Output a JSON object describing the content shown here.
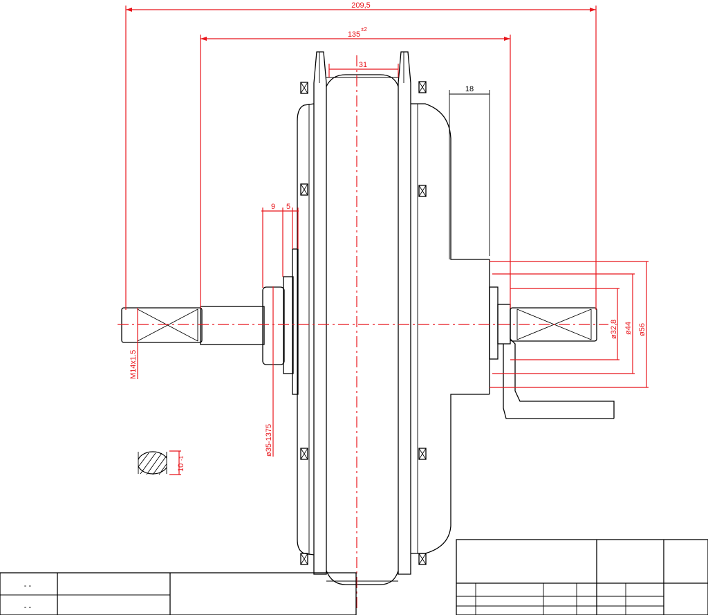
{
  "drawing": {
    "dimensions": {
      "overall_length": "209,5",
      "flange_width": "135",
      "flange_width_tol": "±2",
      "rim_width": "31",
      "cable_offset": "18",
      "dim_9": "9",
      "dim_5": "5",
      "thread": "M14x1.5",
      "bearing_range": "ø35-1375",
      "dia_32_8": "ø32,8",
      "dia_44": "ø44",
      "dia_56": "ø56",
      "flat_width": "10",
      "flat_sub": "-1"
    },
    "title_block": {
      "left_marks": [
        "- -",
        "- -"
      ]
    },
    "colors": {
      "dimension": "#e8151b",
      "outline": "#000000",
      "background": "#ffffff"
    }
  }
}
